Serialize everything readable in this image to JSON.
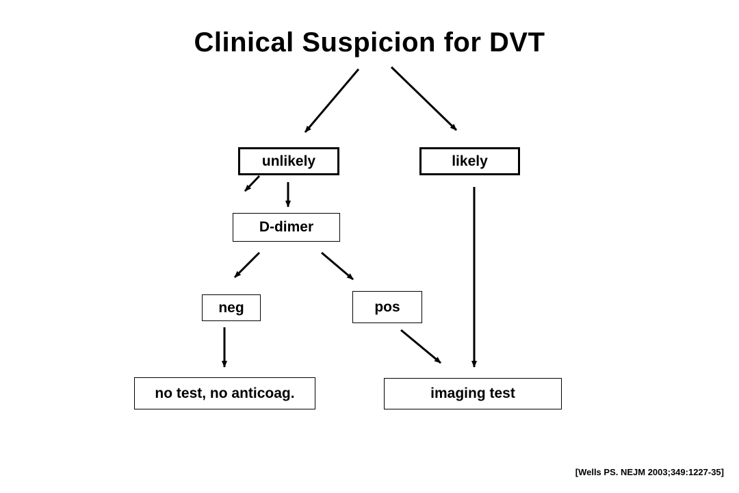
{
  "title": "Clinical Suspicion for DVT",
  "nodes": {
    "unlikely": "unlikely",
    "likely": "likely",
    "d_dimer": "D-dimer",
    "neg": "neg",
    "pos": "pos",
    "no_test": "no test, no anticoag.",
    "imaging": "imaging test"
  },
  "citation": "[Wells PS. NEJM 2003;349:1227-35]"
}
